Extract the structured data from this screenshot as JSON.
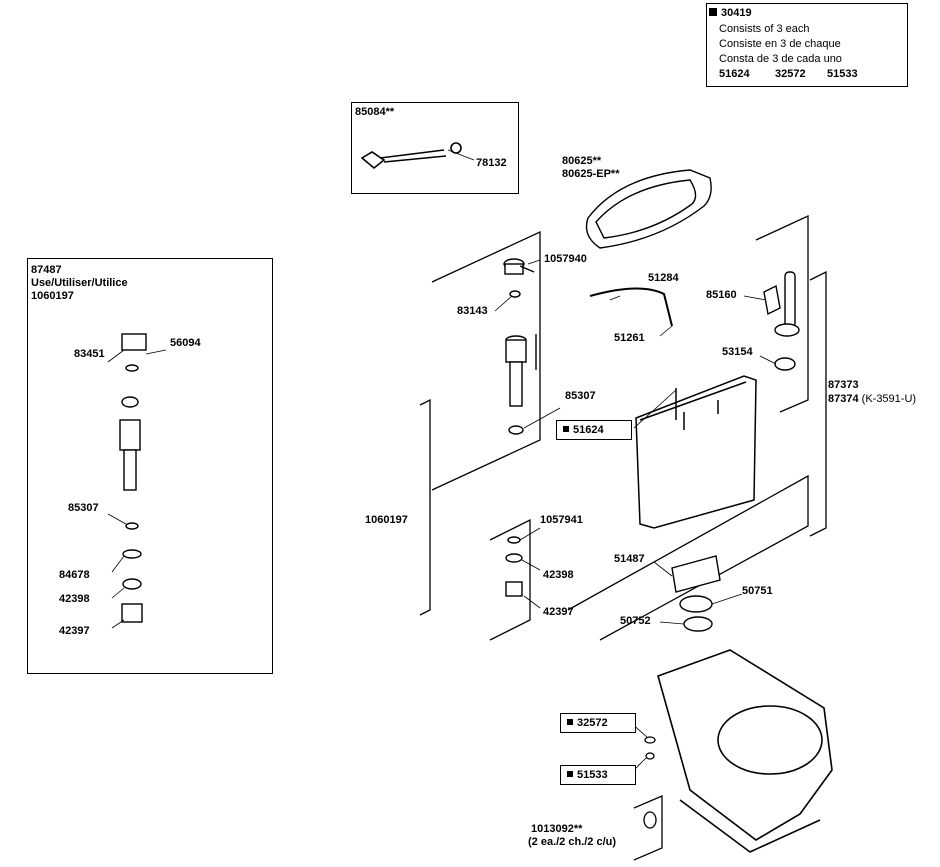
{
  "kit_box": {
    "part": "30419",
    "lines": [
      "Consists of 3 each",
      "Consiste en 3 de chaque",
      "Consta de 3 de cada uno"
    ],
    "parts": [
      "51624",
      "32572",
      "51533"
    ]
  },
  "flush_box": {
    "title": "85084**",
    "part": "78132"
  },
  "left_panel": {
    "part": "87487",
    "use_label": "Use/Utiliser/Utilice",
    "use_part": "1060197",
    "items": {
      "a": "83451",
      "b": "56094",
      "c": "85307",
      "d": "84678",
      "e": "42398",
      "f": "42397"
    }
  },
  "labels": {
    "lid": "80625**",
    "lid_ep": "80625-EP**",
    "p1057940": "1057940",
    "p51284": "51284",
    "p83143": "83143",
    "p51261": "51261",
    "p85160": "85160",
    "p53154": "53154",
    "p85307": "85307",
    "p87373": "87373",
    "p87374": "87374",
    "p87374_note": "(K-3591-U)",
    "p1060197": "1060197",
    "p1057941": "1057941",
    "p42398": "42398",
    "p42397": "42397",
    "p51487": "51487",
    "p50751": "50751",
    "p50752": "50752",
    "p1013092": "1013092**",
    "p1013092_note": "(2 ea./2 ch./2 c/u)"
  },
  "tags": {
    "t51624": "51624",
    "t32572": "32572",
    "t51533": "51533"
  }
}
